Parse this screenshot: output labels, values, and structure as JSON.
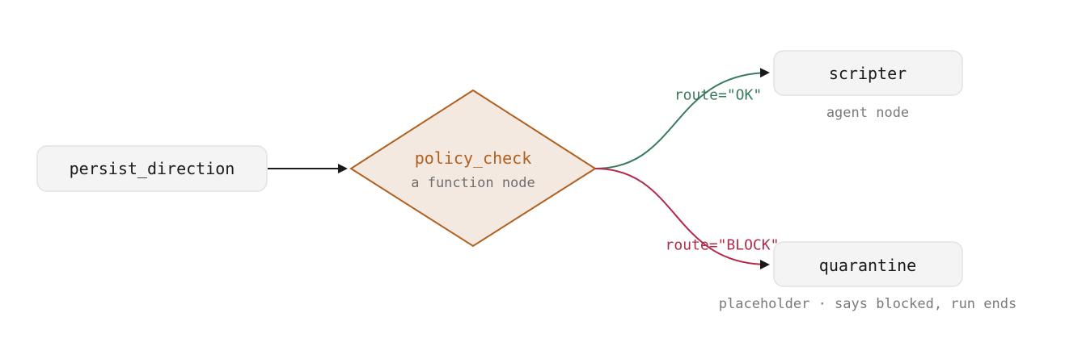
{
  "nodes": {
    "persist_direction": {
      "label": "persist_direction"
    },
    "policy_check": {
      "label": "policy_check",
      "sublabel": "a function node"
    },
    "scripter": {
      "label": "scripter",
      "sublabel": "agent node"
    },
    "quarantine": {
      "label": "quarantine",
      "sublabel": "placeholder · says blocked, run ends"
    }
  },
  "edges": {
    "ok": {
      "label": "route=\"OK\""
    },
    "block": {
      "label": "route=\"BLOCK\""
    }
  },
  "colors": {
    "decision_fill": "#f4e9e1",
    "decision_stroke": "#b0601f",
    "decision_text": "#b0601f",
    "ok_route": "#3a7a5c",
    "block_route": "#b32a4a",
    "arrow": "#1a1a1a"
  }
}
